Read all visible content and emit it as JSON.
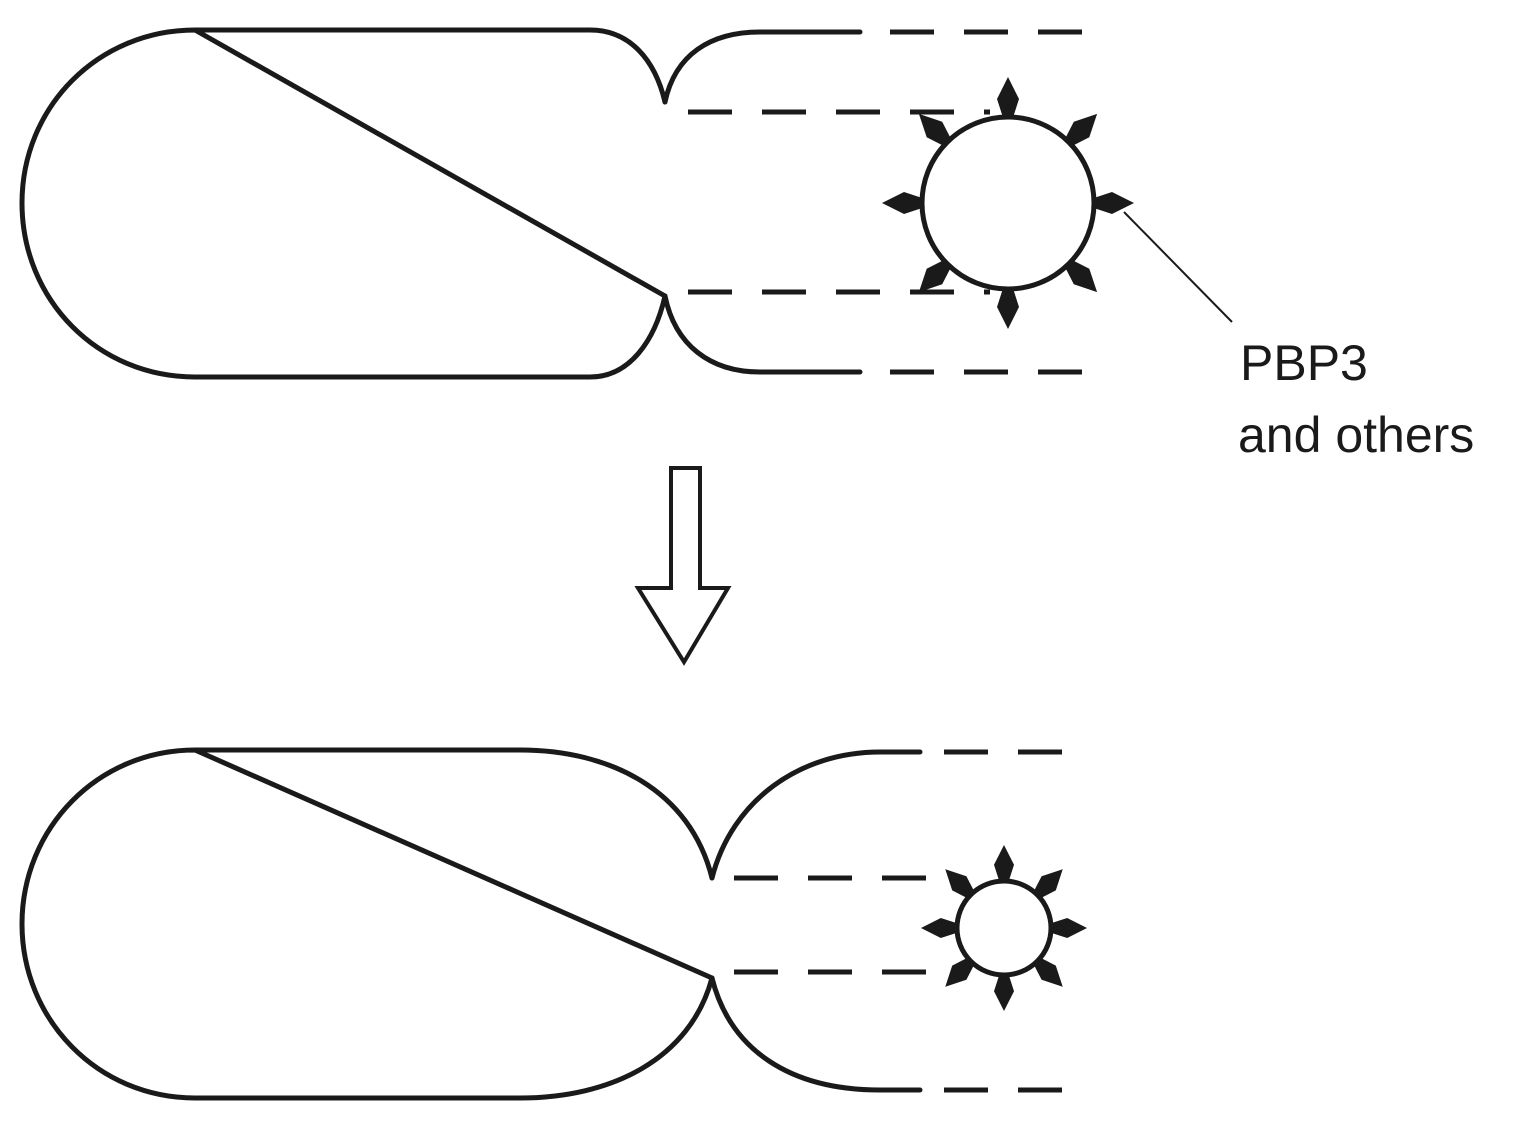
{
  "label": {
    "line1": "PBP3",
    "line2": "and others"
  },
  "colors": {
    "stroke": "#1a1a1a",
    "background": "#ffffff"
  },
  "stages": [
    {
      "name": "upper-cell",
      "complex": "large-ring",
      "spikes": 8
    },
    {
      "name": "lower-cell",
      "complex": "small-ring",
      "spikes": 8
    }
  ]
}
